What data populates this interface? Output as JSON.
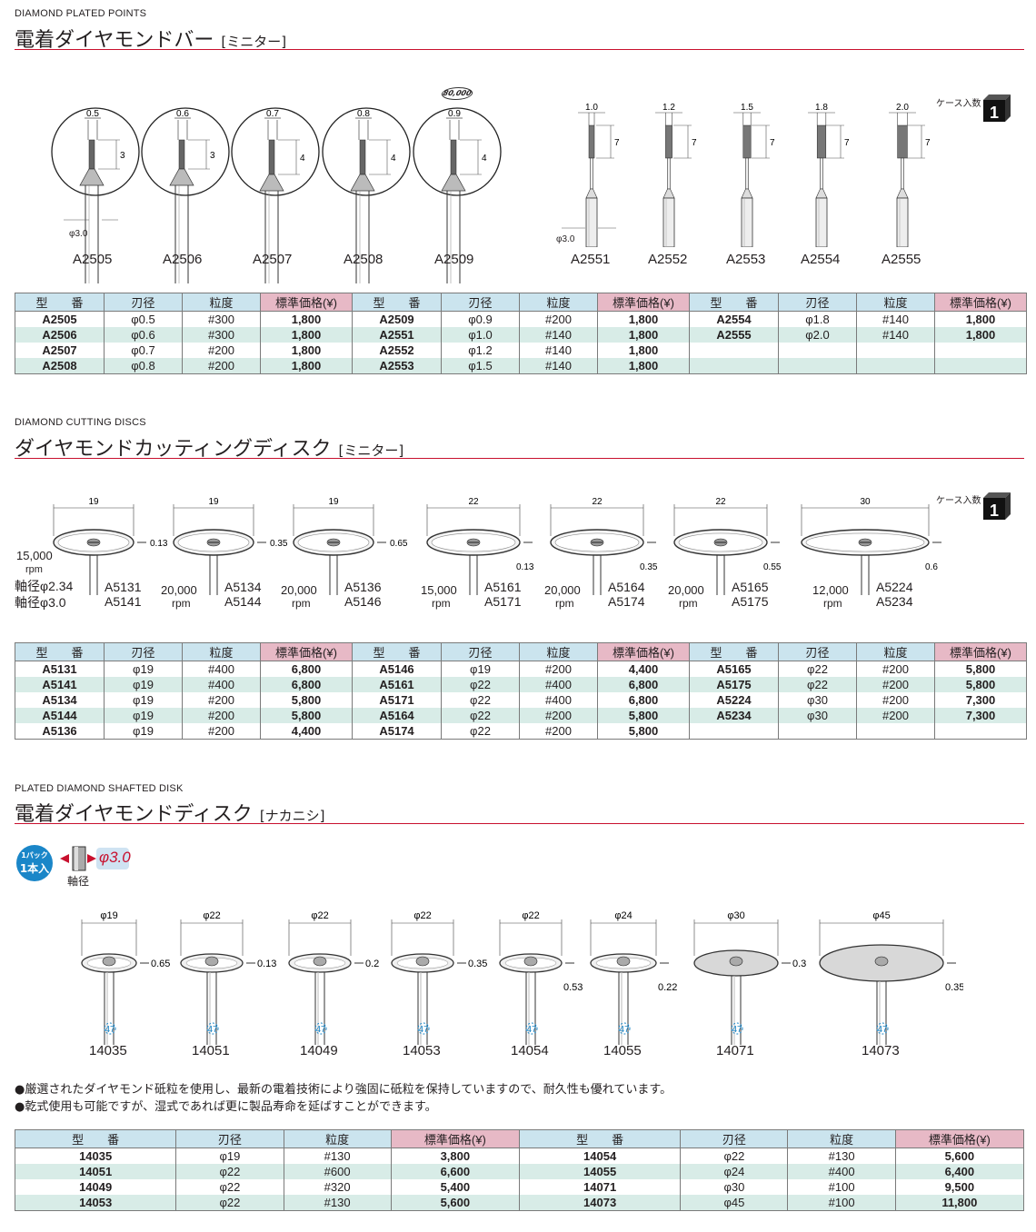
{
  "sections": [
    {
      "en": "DIAMOND PLATED POINTS",
      "title": "電着ダイヤモンドバー",
      "maker": "[ミニター]",
      "case_label": "ケース入数",
      "case_qty": "1",
      "badge": "80,000",
      "shank": "φ3.0",
      "circle_points": [
        {
          "model": "A2505",
          "d": "0.5",
          "len": "3"
        },
        {
          "model": "A2506",
          "d": "0.6",
          "len": "3"
        },
        {
          "model": "A2507",
          "d": "0.7",
          "len": "4"
        },
        {
          "model": "A2508",
          "d": "0.8",
          "len": "4"
        },
        {
          "model": "A2509",
          "d": "0.9",
          "len": "4"
        }
      ],
      "long_points": [
        {
          "model": "A2551",
          "d": "1.0",
          "len": "7"
        },
        {
          "model": "A2552",
          "d": "1.2",
          "len": "7"
        },
        {
          "model": "A2553",
          "d": "1.5",
          "len": "7"
        },
        {
          "model": "A2554",
          "d": "1.8",
          "len": "7"
        },
        {
          "model": "A2555",
          "d": "2.0",
          "len": "7"
        }
      ]
    },
    {
      "en": "DIAMOND CUTTING DISCS",
      "title": "ダイヤモンドカッティングディスク",
      "maker": "[ミニター]",
      "case_label": "ケース入数",
      "case_qty": "1",
      "side_rpm": "15,000",
      "side_rpm_unit": "rpm",
      "shaft1": "軸径φ2.34",
      "shaft2": "軸径φ3.0",
      "discs": [
        {
          "dia": "19",
          "thick": "0.13",
          "rpm": "",
          "m1": "A5131",
          "m2": "A5141"
        },
        {
          "dia": "19",
          "thick": "0.35",
          "rpm": "20,000",
          "m1": "A5134",
          "m2": "A5144"
        },
        {
          "dia": "19",
          "thick": "0.65",
          "rpm": "20,000",
          "m1": "A5136",
          "m2": "A5146"
        },
        {
          "dia": "22",
          "thick": "0.13",
          "rpm": "15,000",
          "m1": "A5161",
          "m2": "A5171"
        },
        {
          "dia": "22",
          "thick": "0.35",
          "rpm": "20,000",
          "m1": "A5164",
          "m2": "A5174"
        },
        {
          "dia": "22",
          "thick": "0.55",
          "rpm": "20,000",
          "m1": "A5165",
          "m2": "A5175"
        },
        {
          "dia": "30",
          "thick": "0.6",
          "rpm": "12,000",
          "m1": "A5224",
          "m2": "A5234"
        }
      ],
      "rpm_unit": "rpm"
    },
    {
      "en": "PLATED DIAMOND SHAFTED DISK",
      "title": "電着ダイヤモンドディスク",
      "maker": "[ナカニシ]",
      "pack_top": "1パック",
      "pack_bottom": "1本入",
      "shaft_label": "軸径",
      "shaft_value": "φ3.0",
      "disks": [
        {
          "model": "14035",
          "dia": "φ19",
          "thick": "0.65",
          "code": "47"
        },
        {
          "model": "14051",
          "dia": "φ22",
          "thick": "0.13",
          "code": "47"
        },
        {
          "model": "14049",
          "dia": "φ22",
          "thick": "0.2",
          "code": "47"
        },
        {
          "model": "14053",
          "dia": "φ22",
          "thick": "0.35",
          "code": "47"
        },
        {
          "model": "14054",
          "dia": "φ22",
          "thick": "0.53",
          "code": "47"
        },
        {
          "model": "14055",
          "dia": "φ24",
          "thick": "0.22",
          "code": "47"
        },
        {
          "model": "14071",
          "dia": "φ30",
          "thick": "0.3",
          "code": "47"
        },
        {
          "model": "14073",
          "dia": "φ45",
          "thick": "0.35",
          "code": "47"
        }
      ],
      "notes": [
        "●厳選されたダイヤモンド砥粒を使用し、最新の電着技術により強固に砥粒を保持していますので、耐久性も優れています。",
        "●乾式使用も可能ですが、湿式であれば更に製品寿命を延ばすことができます。"
      ]
    }
  ],
  "headers": {
    "model": "型　　番",
    "blade": "刃径",
    "grit": "粒度",
    "price": "標準価格(¥)"
  },
  "table1": [
    [
      "A2505",
      "φ0.5",
      "#300",
      "1,800",
      "A2509",
      "φ0.9",
      "#200",
      "1,800",
      "A2554",
      "φ1.8",
      "#140",
      "1,800"
    ],
    [
      "A2506",
      "φ0.6",
      "#300",
      "1,800",
      "A2551",
      "φ1.0",
      "#140",
      "1,800",
      "A2555",
      "φ2.0",
      "#140",
      "1,800"
    ],
    [
      "A2507",
      "φ0.7",
      "#200",
      "1,800",
      "A2552",
      "φ1.2",
      "#140",
      "1,800",
      "",
      "",
      "",
      ""
    ],
    [
      "A2508",
      "φ0.8",
      "#200",
      "1,800",
      "A2553",
      "φ1.5",
      "#140",
      "1,800",
      "",
      "",
      "",
      ""
    ]
  ],
  "table2": [
    [
      "A5131",
      "φ19",
      "#400",
      "6,800",
      "A5146",
      "φ19",
      "#200",
      "4,400",
      "A5165",
      "φ22",
      "#200",
      "5,800"
    ],
    [
      "A5141",
      "φ19",
      "#400",
      "6,800",
      "A5161",
      "φ22",
      "#400",
      "6,800",
      "A5175",
      "φ22",
      "#200",
      "5,800"
    ],
    [
      "A5134",
      "φ19",
      "#200",
      "5,800",
      "A5171",
      "φ22",
      "#400",
      "6,800",
      "A5224",
      "φ30",
      "#200",
      "7,300"
    ],
    [
      "A5144",
      "φ19",
      "#200",
      "5,800",
      "A5164",
      "φ22",
      "#200",
      "5,800",
      "A5234",
      "φ30",
      "#200",
      "7,300"
    ],
    [
      "A5136",
      "φ19",
      "#200",
      "4,400",
      "A5174",
      "φ22",
      "#200",
      "5,800",
      "",
      "",
      "",
      ""
    ]
  ],
  "table3": [
    [
      "14035",
      "φ19",
      "#130",
      "3,800",
      "14054",
      "φ22",
      "#130",
      "5,600"
    ],
    [
      "14051",
      "φ22",
      "#600",
      "6,600",
      "14055",
      "φ24",
      "#400",
      "6,400"
    ],
    [
      "14049",
      "φ22",
      "#320",
      "5,400",
      "14071",
      "φ30",
      "#100",
      "9,500"
    ],
    [
      "14053",
      "φ22",
      "#130",
      "5,600",
      "14073",
      "φ45",
      "#100",
      "11,800"
    ]
  ]
}
